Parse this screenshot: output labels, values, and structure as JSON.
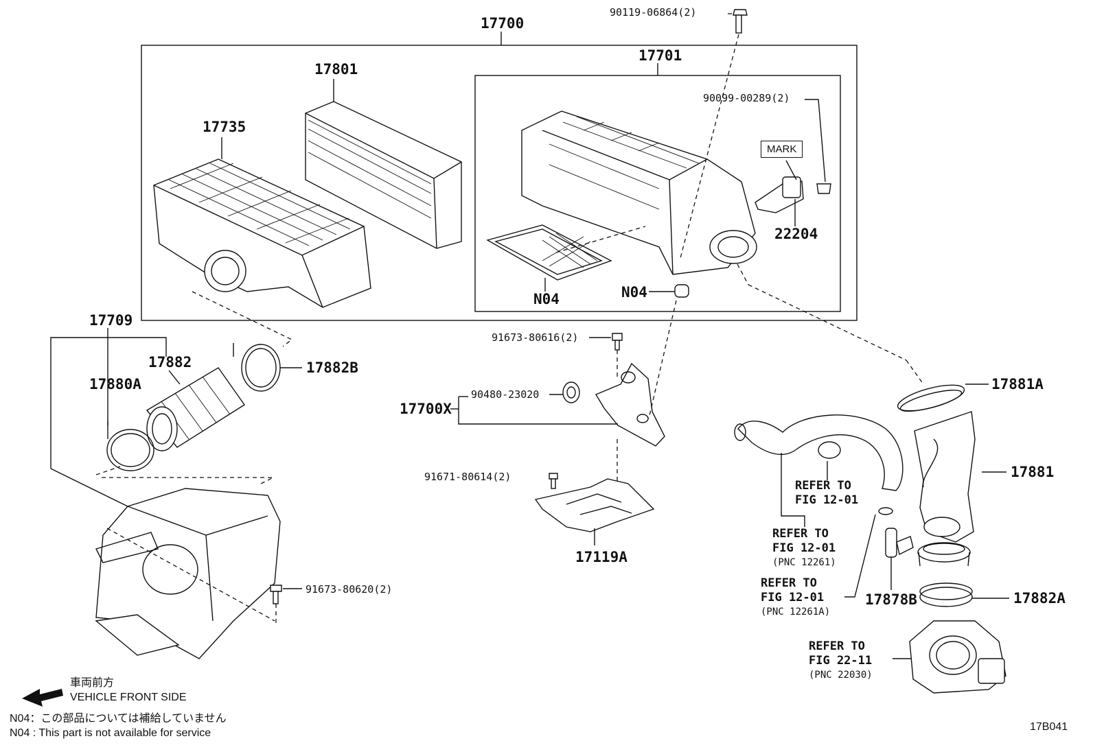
{
  "diagram": {
    "code": "17B041",
    "parts": {
      "p17700": "17700",
      "p17701": "17701",
      "p17801": "17801",
      "p17735": "17735",
      "p90119": "90119-06864(2)",
      "p90099": "90099-00289(2)",
      "p22204": "22204",
      "n04a": "N04",
      "n04b": "N04",
      "p17709": "17709",
      "p17882": "17882",
      "p17882b": "17882B",
      "p17880a": "17880A",
      "p91673_616": "91673-80616(2)",
      "p90480": "90480-23020",
      "p17700x": "17700X",
      "p91671": "91671-80614(2)",
      "p17119a": "17119A",
      "p91673_620": "91673-80620(2)",
      "p17881a": "17881A",
      "p17881": "17881",
      "p17878b": "17878B",
      "p17882a": "17882A"
    },
    "mark_label": "MARK",
    "refs": {
      "r1": {
        "l1": "REFER TO",
        "l2": "FIG 12-01"
      },
      "r2": {
        "l1": "REFER TO",
        "l2": "FIG 12-01",
        "l3": "(PNC 12261)"
      },
      "r3": {
        "l1": "REFER TO",
        "l2": "FIG 12-01",
        "l3": "(PNC 12261A)"
      },
      "r4": {
        "l1": "REFER TO",
        "l2": "FIG 22-11",
        "l3": "(PNC 22030)"
      }
    },
    "legend": {
      "front_jp": "車両前方",
      "front_en": "VEHICLE FRONT SIDE",
      "note_jp": "N04：この部品については補給していません",
      "note_en": "N04 : This part is not available for service"
    }
  }
}
